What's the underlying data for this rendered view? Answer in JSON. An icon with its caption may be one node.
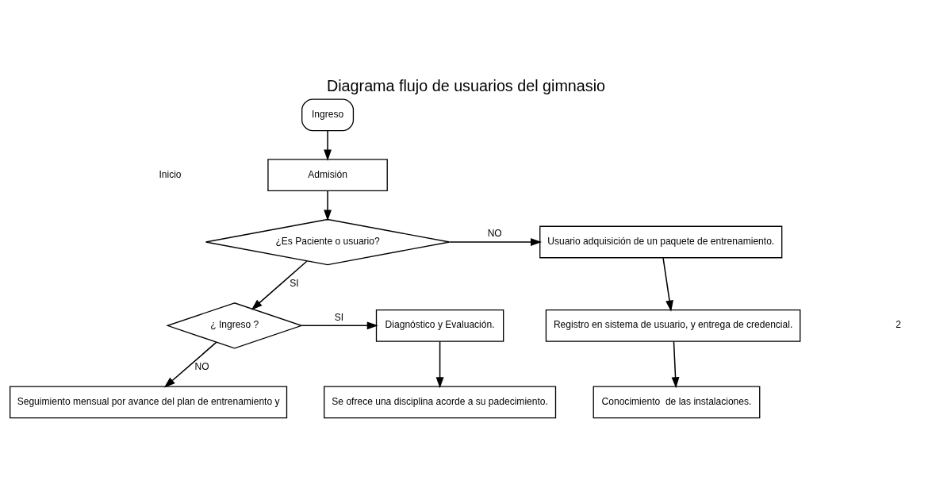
{
  "diagram": {
    "title": "Diagrama flujo de usuarios del gimnasio",
    "nodes": [
      {
        "text": [
          "Ingreso"
        ]
      },
      {
        "text": [
          "Admisión"
        ]
      },
      {
        "text": [
          "¿Es Paciente o usuario?"
        ]
      },
      {
        "text": [
          "Usuario adquisición de un paquete de entrenamiento."
        ]
      },
      {
        "text": [
          "Registro en sistema de usuario, y entrega de credencial."
        ]
      },
      {
        "text": [
          "Conocimiento  de las instalaciones."
        ]
      },
      {
        "text": [
          "¿ Ingreso ?"
        ]
      },
      {
        "text": [
          "Diagnóstico y Evaluación."
        ]
      },
      {
        "text": [
          "Se ofrece una disciplina acorde a su padecimiento."
        ]
      },
      {
        "text": [
          "Seguimiento mensual por avance del plan de entrenamiento y"
        ]
      }
    ],
    "edges": [
      {
        "from": 0,
        "to": 1,
        "arrow": "to"
      },
      {
        "from": 1,
        "to": 2,
        "arrow": "to"
      },
      {
        "from": 2,
        "to": 3,
        "arrow": "to",
        "label": "NO"
      },
      {
        "from": 3,
        "to": 4,
        "arrow": "to"
      },
      {
        "from": 4,
        "to": 5,
        "arrow": "to"
      },
      {
        "from": 2,
        "to": 6,
        "arrow": "to",
        "label": "SI"
      },
      {
        "from": 6,
        "to": 7,
        "arrow": "to",
        "label": "SI"
      },
      {
        "from": 7,
        "to": 8,
        "arrow": "to"
      },
      {
        "from": 6,
        "to": 9,
        "arrow": "to",
        "label": "NO"
      }
    ],
    "labels": [
      "Inicio",
      "2"
    ]
  }
}
